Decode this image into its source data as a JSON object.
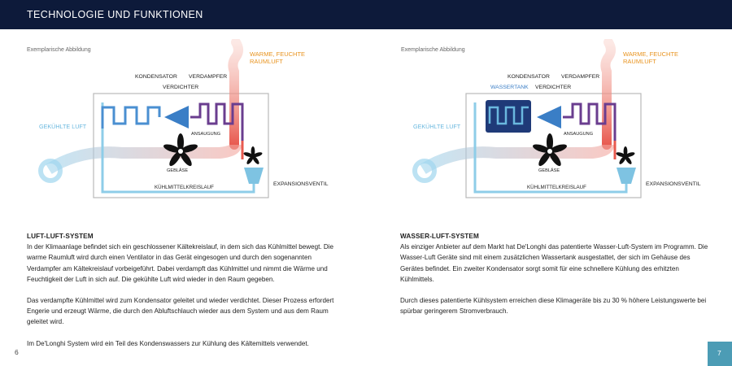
{
  "header": {
    "title": "TECHNOLOGIE UND FUNKTIONEN"
  },
  "colors": {
    "header_bg": "#0d1a3a",
    "accent_orange": "#e8931e",
    "accent_blue": "#4a8fd1",
    "pipe_light": "#8ecde8",
    "hot_pipe": "#e85a4f",
    "page_tab": "#4c9cb5"
  },
  "left_diagram": {
    "caption": "Exemplarische Abbildung",
    "labels": {
      "warm": "WARME, FEUCHTE",
      "warm2": "RAUMLUFT",
      "kondensator": "KONDENSATOR",
      "verdampfer": "VERDAMPFER",
      "verdichter": "VERDICHTER",
      "gekuehlt": "GEKÜHLTE LUFT",
      "ansaugung": "ANSAUGUNG",
      "geblaese": "GEBLÄSE",
      "kreislauf": "KÜHLMITTELKREISLAUF",
      "expansion": "EXPANSIONSVENTIL"
    }
  },
  "right_diagram": {
    "caption": "Exemplarische Abbildung",
    "labels": {
      "warm": "WARME, FEUCHTE",
      "warm2": "RAUMLUFT",
      "kondensator": "KONDENSATOR",
      "verdampfer": "VERDAMPFER",
      "wassertank": "WASSERTANK",
      "verdichter": "VERDICHTER",
      "gekuehlt": "GEKÜHLTE LUFT",
      "ansaugung": "ANSAUGUNG",
      "geblaese": "GEBLÄSE",
      "kreislauf": "KÜHLMITTELKREISLAUF",
      "expansion": "EXPANSIONSVENTIL"
    }
  },
  "left_text": {
    "heading": "LUFT-LUFT-SYSTEM",
    "p1": "In der Klimaanlage befindet sich ein geschlossener Kältekreislauf, in dem sich das Kühlmittel bewegt. Die warme Raumluft wird durch einen Ventilator in das Gerät eingesogen und durch den sogenannten Verdampfer am Kältekreislauf vorbeigeführt. Dabei verdampft das Kühlmittel und nimmt die Wärme und Feuchtigkeit der Luft in sich auf. Die gekühlte Luft wird wieder in den Raum gegeben.",
    "p2": "Das verdampfte Kühlmittel wird zum Kondensator geleitet und wieder verdichtet. Dieser Prozess erfordert Engerie und erzeugt Wärme, die durch den Abluftschlauch wieder aus dem System und aus dem Raum geleitet wird.",
    "p3": "Im De'Longhi System wird ein Teil des Kondenswassers zur Kühlung des Kältemittels verwendet."
  },
  "right_text": {
    "heading": "WASSER-LUFT-SYSTEM",
    "p1": "Als einziger Anbieter auf dem Markt hat De'Longhi das patentierte Wasser-Luft-System im Programm. Die Wasser-Luft Geräte sind mit einem zusätzlichen Wassertank ausgestattet, der sich im Gehäuse des Gerätes befindet. Ein zweiter Kondensator sorgt somit für eine schnellere Kühlung des erhitzten Kühlmittels.",
    "p2": "Durch dieses patentierte Kühlsystem erreichen diese Klimageräte bis zu 30 % höhere Leistungswerte bei spürbar geringerem Stromverbrauch."
  },
  "page_numbers": {
    "left": "6",
    "right": "7"
  }
}
